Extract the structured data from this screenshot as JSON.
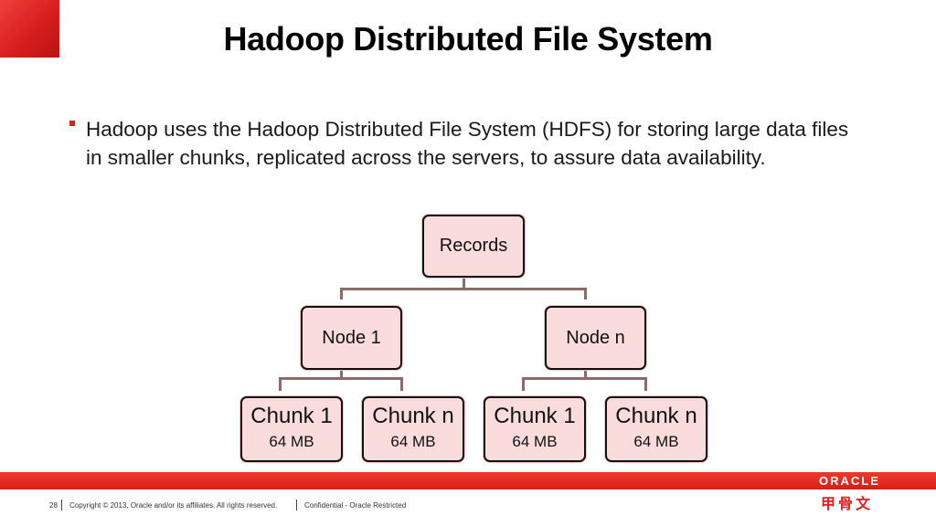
{
  "slide": {
    "title": "Hadoop Distributed File System",
    "bullet": "Hadoop uses the Hadoop Distributed File System (HDFS) for storing large data files in smaller chunks, replicated across the servers, to assure data availability."
  },
  "diagram": {
    "root": "Records",
    "nodes": [
      {
        "label": "Node 1",
        "chunks": [
          {
            "name": "Chunk 1",
            "size": "64 MB"
          },
          {
            "name": "Chunk n",
            "size": "64 MB"
          }
        ]
      },
      {
        "label": "Node n",
        "chunks": [
          {
            "name": "Chunk 1",
            "size": "64 MB"
          },
          {
            "name": "Chunk n",
            "size": "64 MB"
          }
        ]
      }
    ]
  },
  "footer": {
    "page_number": "28",
    "copyright": "Copyright © 2013, Oracle and/or its affiliates. All rights reserved.",
    "confidential": "Confidential - Oracle Restricted",
    "brand": "ORACLE",
    "brand_cn": "甲骨文"
  },
  "colors": {
    "accent": "#e0201c",
    "box_fill": "#fbdcdc",
    "connector": "#8c6a6a"
  }
}
